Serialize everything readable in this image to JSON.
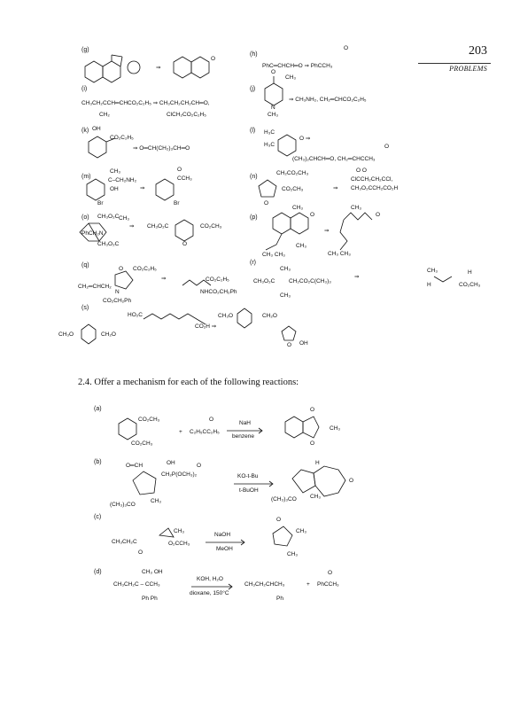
{
  "page_number": "203",
  "running_head": "PROBLEMS",
  "problem_labels": [
    "(g)",
    "(h)",
    "(i)",
    "(j)",
    "(k)",
    "(l)",
    "(m)",
    "(n)",
    "(o)",
    "(p)",
    "(q)",
    "(r)",
    "(s)"
  ],
  "retro_arrow": "⇒",
  "g": {
    "right": "O"
  },
  "h": {
    "text": "PhC═CHCH═O ⇒ PhCCH₃",
    "sub": "CH₃",
    "o": "O"
  },
  "i": {
    "line1": "CH₃CH₂CCH═CHCO₂C₂H₅ ⇒ CH₃CH₂CH₂CH═O,",
    "line2a": "CH₂",
    "line2b": "ClCH₂CO₂C₂H₅"
  },
  "j": {
    "text": "⇒ CH₃NH₂, CH₂═CHCO₂C₂H₅",
    "n": "N",
    "ch3": "CH₃",
    "o": "O"
  },
  "k": {
    "oh": "OH",
    "ester": "CO₂C₂H₅",
    "prod": "⇒ O═CH(CH₂)₃CH═O"
  },
  "l": {
    "h3c1": "H₃C",
    "h3c2": "H₃C",
    "o": "O ⇒",
    "prod": "(CH₃)₂CHCH═O, CH₂═CHCCH₃",
    "po": "O"
  },
  "m": {
    "a": "CH₃",
    "b": "C–CH₂NH₂",
    "c": "OH",
    "d": "Br",
    "p1": "O",
    "p2": "CCH₃",
    "p3": "Br"
  },
  "n": {
    "a": "CH₂CO₂CH₃",
    "b": "CO₂CH₃",
    "c": "O",
    "p1": "O      O",
    "p2": "ClCCH₂CH₂CCl,",
    "p3": "CH₃O₂CCH₂CO₂H"
  },
  "o": {
    "a": "CH₃O₂C",
    "b": "CH₃",
    "c": "PhCH₂N",
    "d": "CH₃O₂C",
    "p1": "CH₃O₂C",
    "p2": "CO₂CH₃",
    "p3": "O"
  },
  "p": {
    "a": "CH₃",
    "b": "O",
    "c": "CH₃",
    "d": "CH₃  CH₃",
    "p1": "CH₃",
    "p2": "O",
    "p3": "CH₃  CH₃"
  },
  "q": {
    "a": "O",
    "b": "CO₂C₂H₅",
    "c": "CH₂═CHCH₂",
    "d": "N",
    "e": "CO₂CH₂Ph",
    "p1": "CO₂C₂H₅",
    "p2": "NHCO₂CH₂Ph"
  },
  "r": {
    "a": "CH₃",
    "b": "CH₃O₂C",
    "c": "CH₂CO₂C(CH₃)₃",
    "d": "CH₃",
    "p1": "CH₃",
    "p2": "H",
    "p3": "H",
    "p4": "CO₂CH₃"
  },
  "s": {
    "a": "HO₂C",
    "b": "CO₂H ⇒",
    "c": "CH₃O",
    "d": "CH₂O",
    "e": "CH₃O",
    "f": "CH₂O",
    "g": "O",
    "h": "OH"
  },
  "question": "2.4.  Offer a mechanism for each of the following reactions:",
  "rxn_a": {
    "label": "(a)",
    "r1": "CO₂CH₃",
    "r2": "CO₂CH₃",
    "plus": "+",
    "r3": "C₂H₅CC₂H₅",
    "r3o": "O",
    "cond1": "NaH",
    "cond2": "benzene",
    "p1": "O",
    "p2": "O",
    "p3": "CH₃"
  },
  "rxn_b": {
    "label": "(b)",
    "a": "O═CH",
    "b": "OH",
    "c": "CH₂P(OCH₃)₂",
    "c2": "O",
    "d": "(CH₃)₃CO",
    "e": "CH₃",
    "cond1": "KO-t-Bu",
    "cond2": "t-BuOH",
    "p1": "H",
    "p2": "O",
    "p3": "(CH₃)₃CO",
    "p4": "CH₃"
  },
  "rxn_c": {
    "label": "(c)",
    "a": "CH₃",
    "b": "CH₃CH₂C",
    "c": "O₂CCH₃",
    "d": "O",
    "cond1": "NaOH",
    "cond2": "MeOH",
    "p1": "O",
    "p2": "CH₃",
    "p3": "CH₃"
  },
  "rxn_d": {
    "label": "(d)",
    "a": "CH₃ OH",
    "b": "CH₃CH₂C – CCH₃",
    "c": "Ph   Ph",
    "cond1": "KOH, H₂O",
    "cond2": "dioxane, 150°C",
    "p1": "CH₃CH₂CHCH₃",
    "p2": "Ph",
    "plus": "+",
    "p3": "PhCCH₃",
    "p3o": "O"
  }
}
